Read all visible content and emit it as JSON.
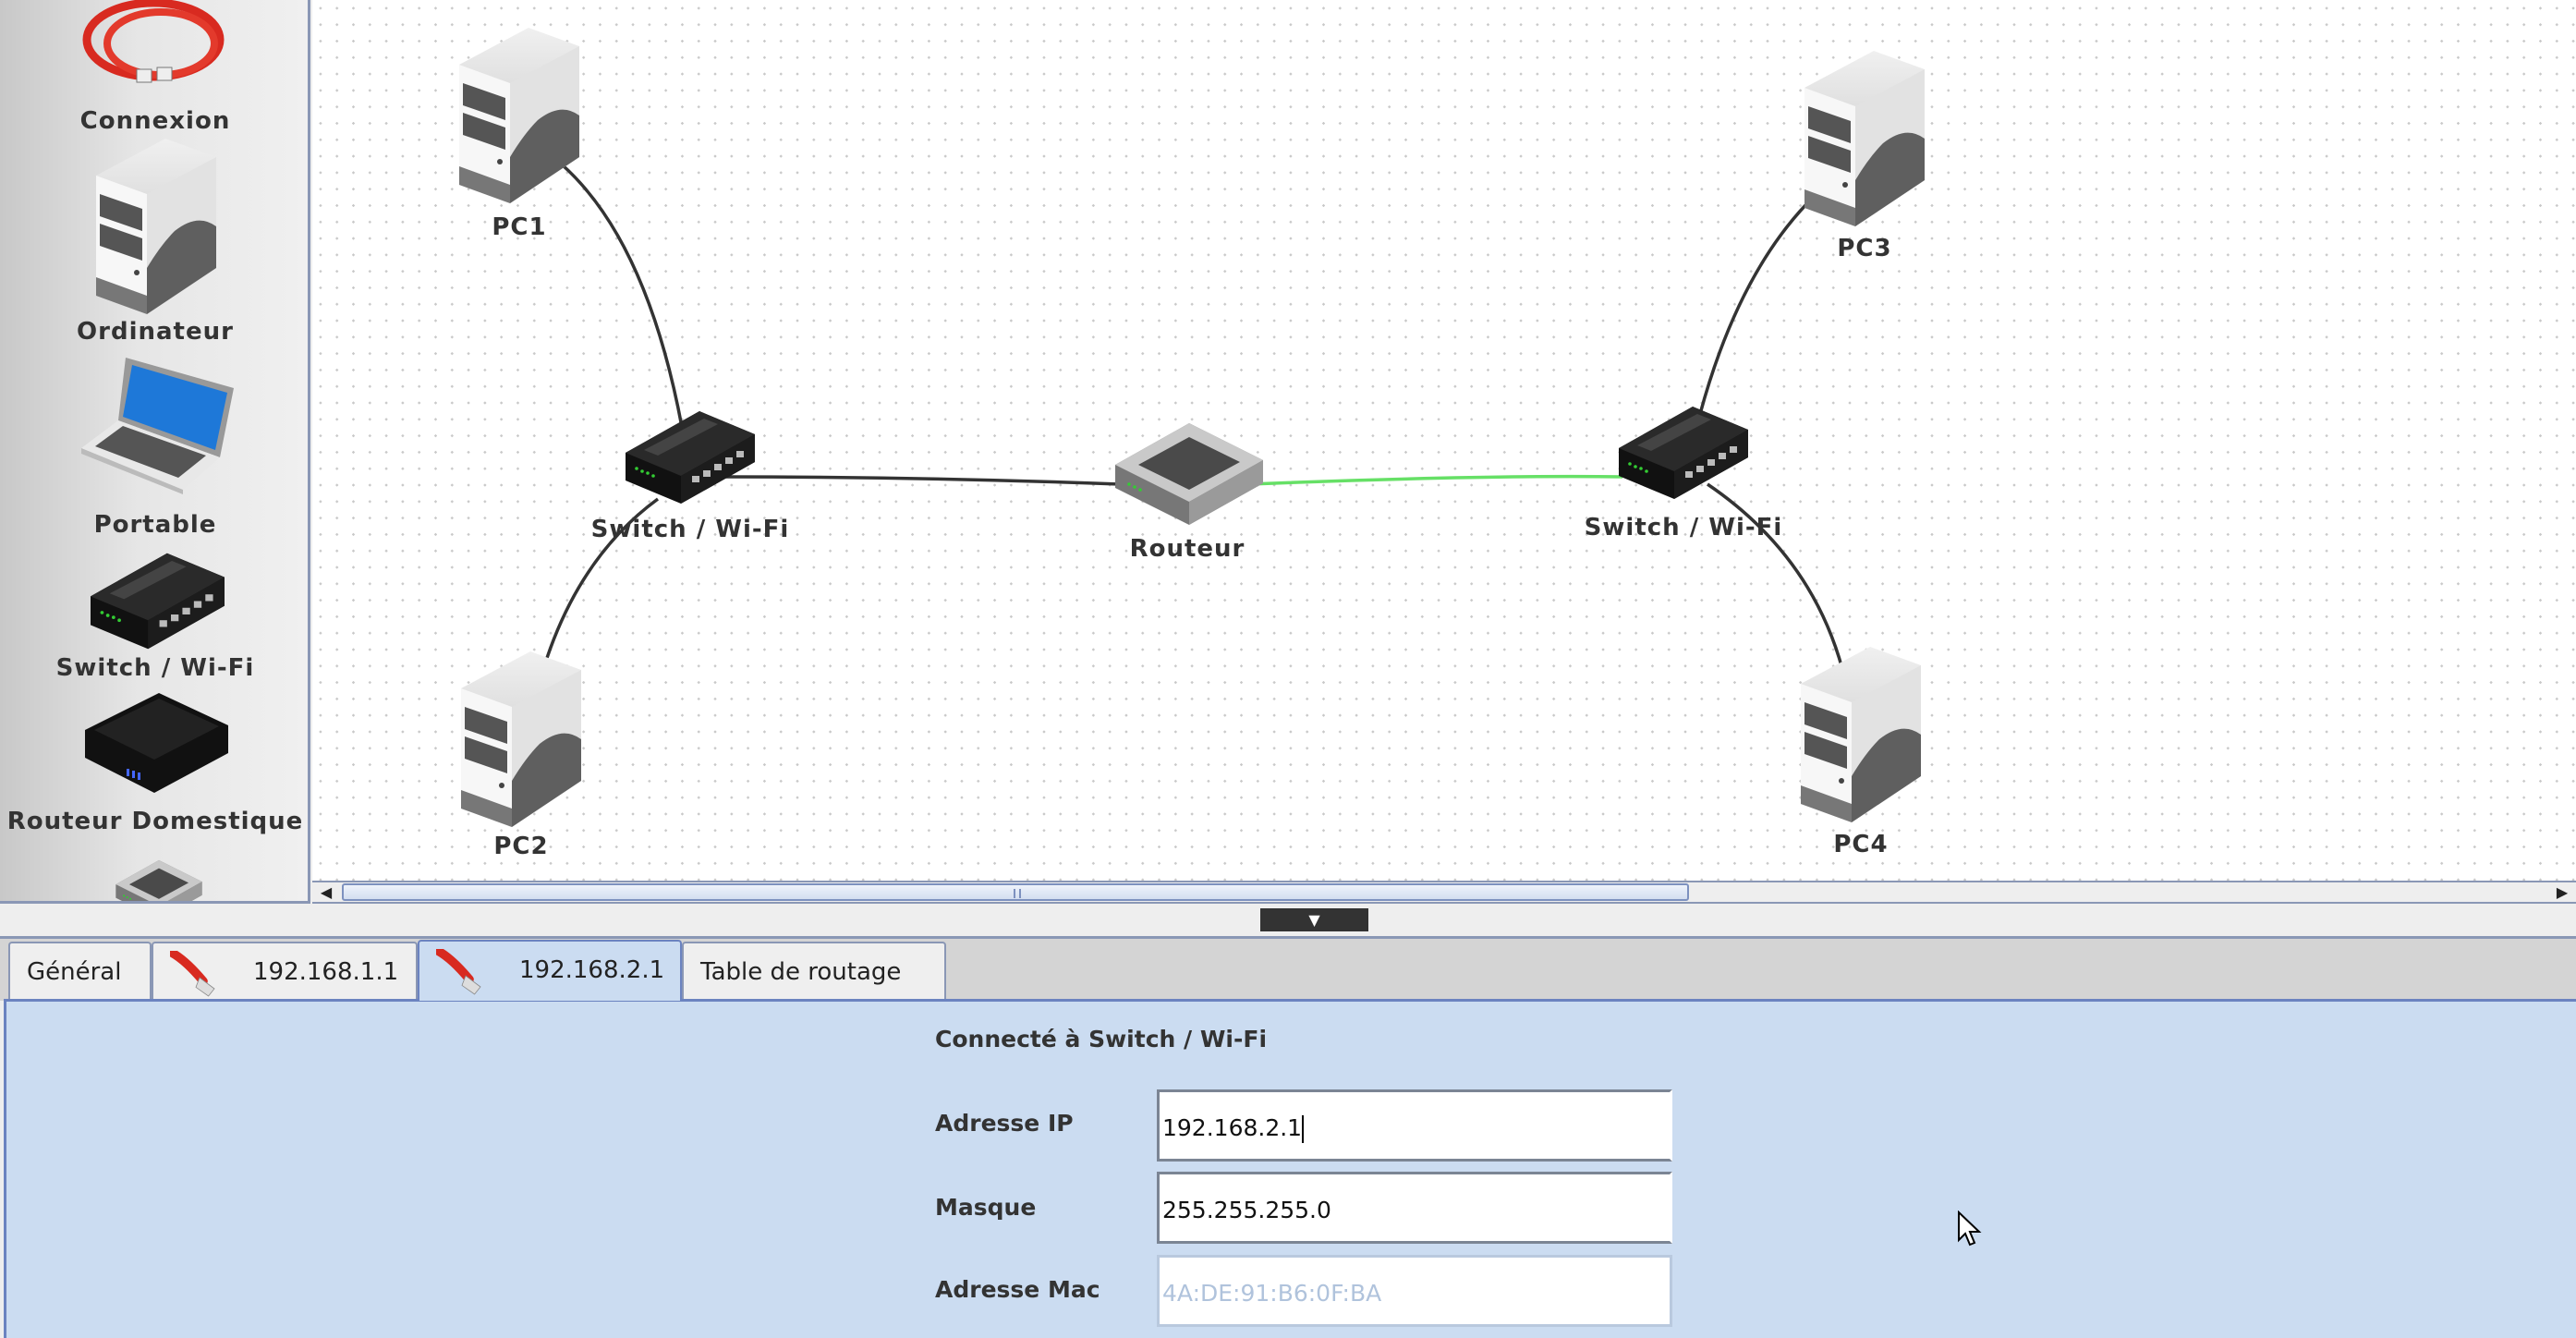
{
  "palette": [
    {
      "label": "Connexion",
      "icon": "cable-icon"
    },
    {
      "label": "Ordinateur",
      "icon": "computer-icon"
    },
    {
      "label": "Portable",
      "icon": "laptop-icon"
    },
    {
      "label": "Switch / Wi-Fi",
      "icon": "switch-icon"
    },
    {
      "label": "Routeur Domestique",
      "icon": "home-router-icon"
    }
  ],
  "network": {
    "nodes": [
      {
        "id": "pc1",
        "label": "PC1",
        "type": "computer"
      },
      {
        "id": "pc2",
        "label": "PC2",
        "type": "computer"
      },
      {
        "id": "pc3",
        "label": "PC3",
        "type": "computer"
      },
      {
        "id": "pc4",
        "label": "PC4",
        "type": "computer"
      },
      {
        "id": "sw1",
        "label": "Switch / Wi-Fi",
        "type": "switch"
      },
      {
        "id": "router",
        "label": "Routeur",
        "type": "router"
      },
      {
        "id": "sw2",
        "label": "Switch / Wi-Fi",
        "type": "switch"
      }
    ],
    "links": [
      {
        "from": "pc1",
        "to": "sw1",
        "color": "#333333"
      },
      {
        "from": "pc2",
        "to": "sw1",
        "color": "#333333"
      },
      {
        "from": "sw1",
        "to": "router",
        "color": "#333333"
      },
      {
        "from": "router",
        "to": "sw2",
        "color": "#66e066",
        "selected": true
      },
      {
        "from": "sw2",
        "to": "pc3",
        "color": "#333333"
      },
      {
        "from": "sw2",
        "to": "pc4",
        "color": "#333333"
      }
    ]
  },
  "tabs": [
    {
      "label": "Général"
    },
    {
      "label": "192.168.1.1",
      "icon": "cable-icon"
    },
    {
      "label": "192.168.2.1",
      "icon": "cable-icon",
      "active": true
    },
    {
      "label": "Table de routage"
    }
  ],
  "form": {
    "connected_to": "Connecté à Switch / Wi-Fi",
    "ip_label": "Adresse IP",
    "ip_value": "192.168.2.1",
    "mask_label": "Masque",
    "mask_value": "255.255.255.0",
    "mac_label": "Adresse Mac",
    "mac_value": "4A:DE:91:B6:0F:BA"
  },
  "colors": {
    "panel": "#cbdcf1",
    "border": "#8a97b5",
    "link_selected": "#66e066"
  }
}
